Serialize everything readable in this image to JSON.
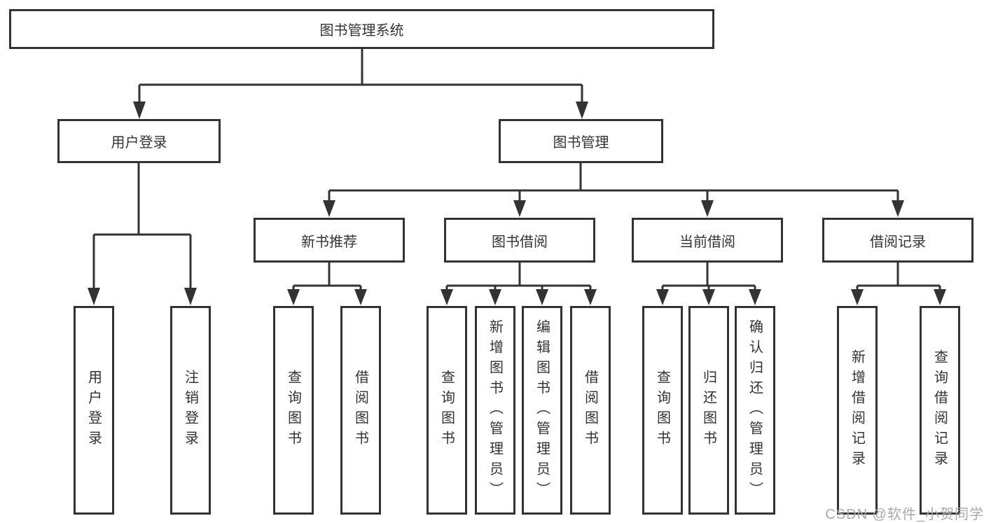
{
  "diagram": {
    "title_note": "library management system functional structure tree",
    "root": "图书管理系统",
    "level2": [
      {
        "label": "用户登录"
      },
      {
        "label": "图书管理"
      }
    ],
    "level3": [
      {
        "label": "新书推荐"
      },
      {
        "label": "图书借阅"
      },
      {
        "label": "当前借阅"
      },
      {
        "label": "借阅记录"
      }
    ],
    "leaves": {
      "user_login": [
        "用户登录",
        "注销登录"
      ],
      "new_book": [
        "查询图书",
        "借阅图书"
      ],
      "book_borrow": [
        "查询图书",
        "新增图书（管理员）",
        "编辑图书（管理员）",
        "借阅图书"
      ],
      "current_borrow": [
        "查询图书",
        "归还图书",
        "确认归还（管理员）"
      ],
      "borrow_records": [
        "新增借阅记录",
        "查询借阅记录"
      ]
    },
    "colors": {
      "line": "#333333",
      "text": "#333333",
      "box_background": "#ffffff",
      "watermark": "#a9a9a9"
    }
  },
  "watermark": "CSDN @软件_小贺同学"
}
